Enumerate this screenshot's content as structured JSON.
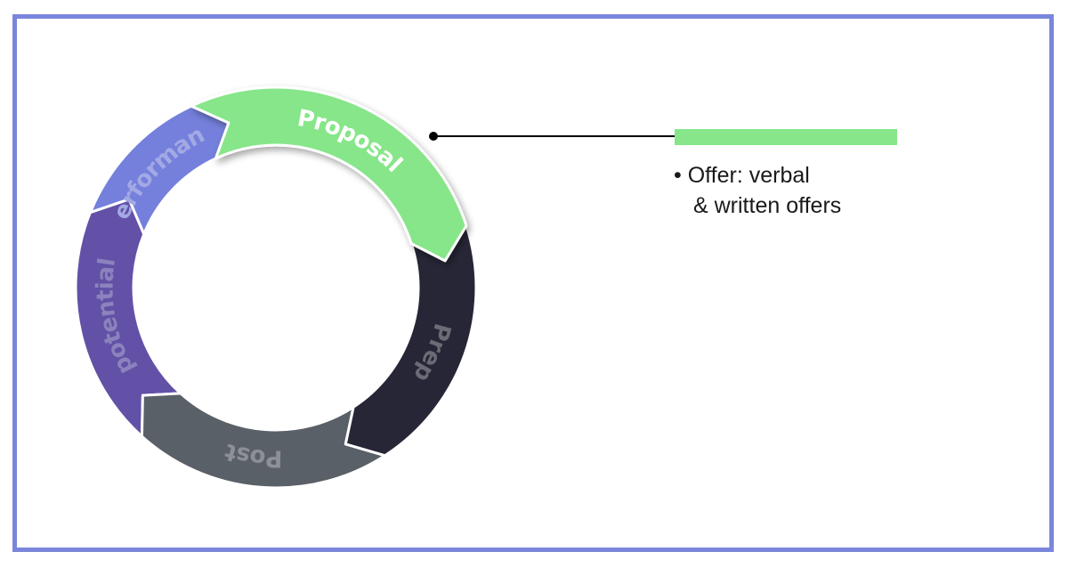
{
  "diagram": {
    "segments": [
      {
        "id": "proposal",
        "label": "Proposal",
        "color": "#86e689",
        "text_color": "#ffffff",
        "highlighted": true
      },
      {
        "id": "prep",
        "label": "Prep",
        "color": "#272637",
        "text_color": "#6b6b76",
        "highlighted": false
      },
      {
        "id": "post",
        "label": "Post",
        "color": "#5a6068",
        "text_color": "#8d9095",
        "highlighted": false
      },
      {
        "id": "potential",
        "label": "potential",
        "color": "#6251a6",
        "text_color": "#8c82bd",
        "highlighted": false
      },
      {
        "id": "performance",
        "label": "Performance",
        "color": "#7480db",
        "text_color": "#a2a9e4",
        "highlighted": false
      }
    ],
    "callout": {
      "bar_color": "#86e689",
      "bullet": "•",
      "line1": "Offer: verbal",
      "line2": "& written offers"
    },
    "frame_color": "#7a86db"
  }
}
